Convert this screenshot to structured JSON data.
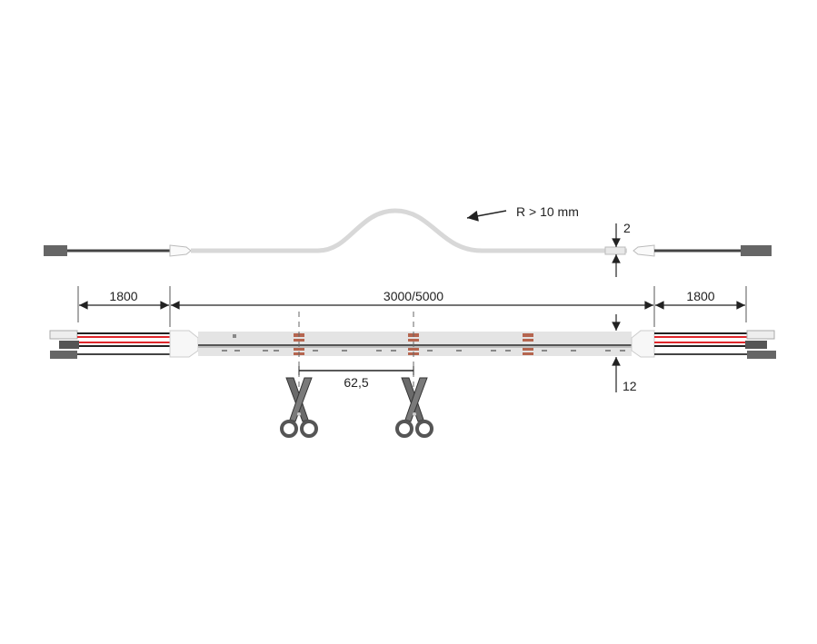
{
  "labels": {
    "bend_radius": "R > 10 mm",
    "thickness": "2",
    "cable_left": "1800",
    "strip_length": "3000/5000",
    "cable_right": "1800",
    "width": "12",
    "cut_interval": "62,5"
  },
  "colors": {
    "wire_red": "#e0262b",
    "wire_black": "#222222",
    "strip_body": "#e4e4e4",
    "cut_pad": "#b5654f",
    "dimension_line": "#222222"
  },
  "icons": [
    "scissors-icon",
    "scissors-icon"
  ]
}
